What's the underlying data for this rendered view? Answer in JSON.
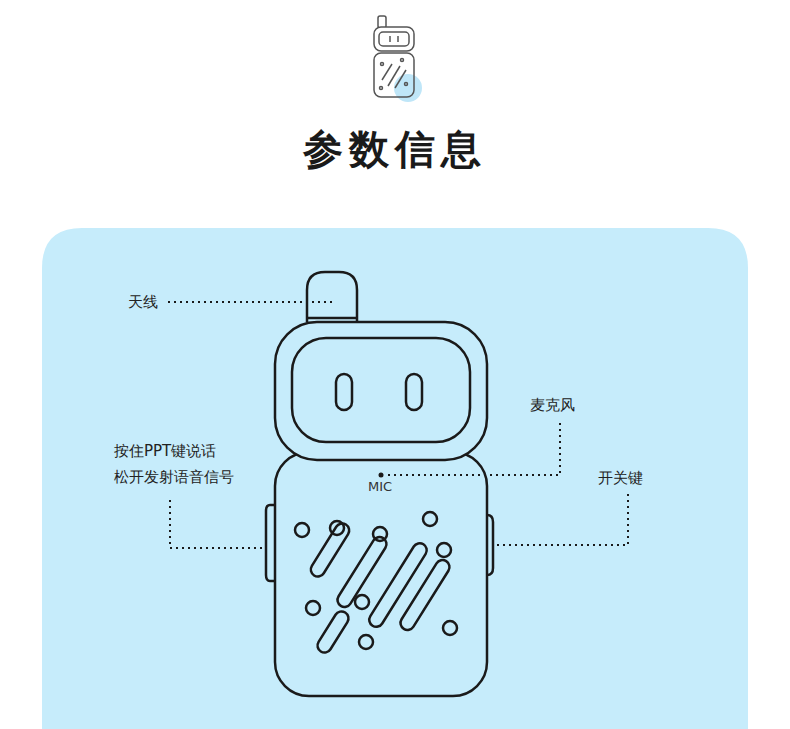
{
  "diagram": {
    "title": "参数信息",
    "labels": [
      "天线",
      "麦克风",
      "按住PPT键说话 松开发射语音信号",
      "MIC",
      "开关键"
    ]
  }
}
